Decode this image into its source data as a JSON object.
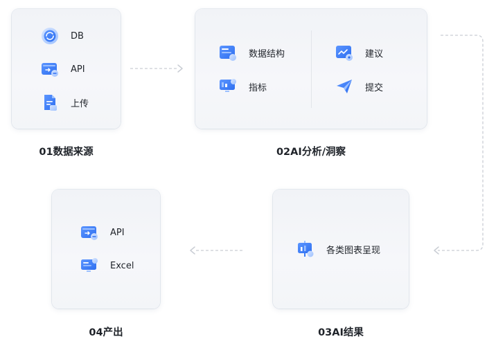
{
  "steps": {
    "sources": {
      "title": "01数据来源",
      "items": [
        {
          "label": "DB",
          "icon": "database-icon"
        },
        {
          "label": "API",
          "icon": "api-icon"
        },
        {
          "label": "上传",
          "icon": "upload-file-icon"
        }
      ]
    },
    "analysis": {
      "title": "02AI分析/洞察",
      "left_items": [
        {
          "label": "数据结构",
          "icon": "data-structure-icon"
        },
        {
          "label": "指标",
          "icon": "metric-monitor-icon"
        }
      ],
      "right_items": [
        {
          "label": "建议",
          "icon": "suggestion-icon"
        },
        {
          "label": "提交",
          "icon": "submit-paper-plane-icon"
        }
      ]
    },
    "results": {
      "title": "03AI结果",
      "items": [
        {
          "label": "各类图表呈现",
          "icon": "chart-board-icon"
        }
      ]
    },
    "output": {
      "title": "04产出",
      "items": [
        {
          "label": "API",
          "icon": "api-icon"
        },
        {
          "label": "Excel",
          "icon": "excel-monitor-icon"
        }
      ]
    }
  },
  "colors": {
    "icon_primary": "#3b7cf5",
    "icon_light": "#8fb6ff",
    "arrow": "#c9cdd4"
  }
}
